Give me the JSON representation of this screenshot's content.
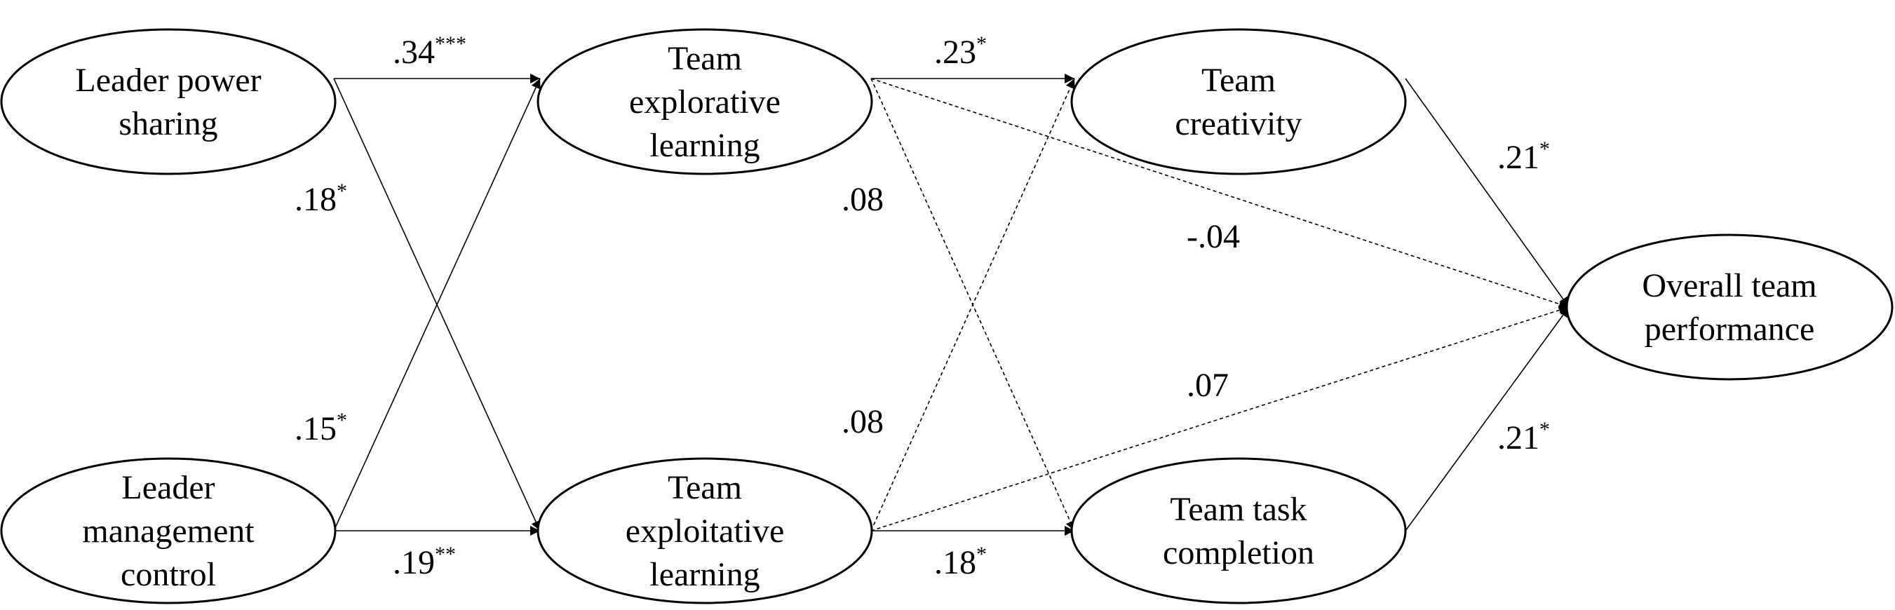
{
  "nodes": {
    "lps": {
      "lines": [
        "Leader power",
        "sharing"
      ]
    },
    "lmc": {
      "lines": [
        "Leader",
        "management",
        "control"
      ]
    },
    "texp": {
      "lines": [
        "Team",
        "explorative",
        "learning"
      ]
    },
    "texploit": {
      "lines": [
        "Team",
        "exploitative",
        "learning"
      ]
    },
    "tcre": {
      "lines": [
        "Team",
        "creativity"
      ]
    },
    "ttask": {
      "lines": [
        "Team task",
        "completion"
      ]
    },
    "perf": {
      "lines": [
        "Overall team",
        "performance"
      ]
    }
  },
  "edges": [
    {
      "from": "lps",
      "to": "texp",
      "style": "solid",
      "coef": ".34",
      "sig": "***"
    },
    {
      "from": "lps",
      "to": "texploit",
      "style": "solid",
      "coef": ".18",
      "sig": "*"
    },
    {
      "from": "lmc",
      "to": "texp",
      "style": "solid",
      "coef": ".15",
      "sig": "*"
    },
    {
      "from": "lmc",
      "to": "texploit",
      "style": "solid",
      "coef": ".19",
      "sig": "**"
    },
    {
      "from": "texp",
      "to": "tcre",
      "style": "solid",
      "coef": ".23",
      "sig": "*"
    },
    {
      "from": "texp",
      "to": "ttask",
      "style": "dashed",
      "coef": ".08",
      "sig": ""
    },
    {
      "from": "texp",
      "to": "perf",
      "style": "dashed",
      "coef": "-.04",
      "sig": ""
    },
    {
      "from": "texploit",
      "to": "tcre",
      "style": "dashed",
      "coef": ".08",
      "sig": ""
    },
    {
      "from": "texploit",
      "to": "ttask",
      "style": "solid",
      "coef": ".18",
      "sig": "*"
    },
    {
      "from": "texploit",
      "to": "perf",
      "style": "dashed",
      "coef": ".07",
      "sig": ""
    },
    {
      "from": "tcre",
      "to": "perf",
      "style": "solid",
      "coef": ".21",
      "sig": "*"
    },
    {
      "from": "ttask",
      "to": "perf",
      "style": "solid",
      "coef": ".21",
      "sig": "*"
    }
  ]
}
